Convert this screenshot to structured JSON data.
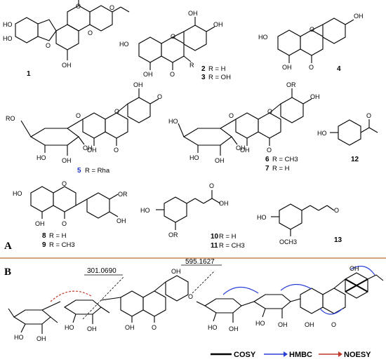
{
  "panels": {
    "a": "A",
    "b": "B"
  },
  "compounds": [
    {
      "id": "c1",
      "num": "1",
      "r": ""
    },
    {
      "id": "c2",
      "num": "2",
      "r": "R = H"
    },
    {
      "id": "c3",
      "num": "3",
      "r": "R = OH"
    },
    {
      "id": "c4",
      "num": "4",
      "r": ""
    },
    {
      "id": "c5",
      "num": "5",
      "r": "R = Rha"
    },
    {
      "id": "c6",
      "num": "6",
      "r": "R = CH3"
    },
    {
      "id": "c7",
      "num": "7",
      "r": "R = H"
    },
    {
      "id": "c12",
      "num": "12",
      "r": ""
    },
    {
      "id": "c8",
      "num": "8",
      "r": "R = H"
    },
    {
      "id": "c9",
      "num": "9",
      "r": "R = CH3"
    },
    {
      "id": "c10",
      "num": "10",
      "r": "R = H"
    },
    {
      "id": "c11",
      "num": "11",
      "r": "R = CH3"
    },
    {
      "id": "c13",
      "num": "13",
      "r": ""
    }
  ],
  "atoms": {
    "ho": "HO",
    "oh": "OH",
    "o": "O",
    "r": "R",
    "ro": "RO",
    "or": "OR",
    "och3": "OCH3"
  },
  "mass": {
    "m1": "301.0690",
    "m2": "595.1627"
  },
  "legend": {
    "cosy": "COSY",
    "hmbc": "HMBC",
    "noesy": "NOESY"
  },
  "colors": {
    "divider": "#c8864a",
    "hmbc": "#2a3fd6",
    "noesy": "#c0392b",
    "highlight": "#1a33c9"
  }
}
